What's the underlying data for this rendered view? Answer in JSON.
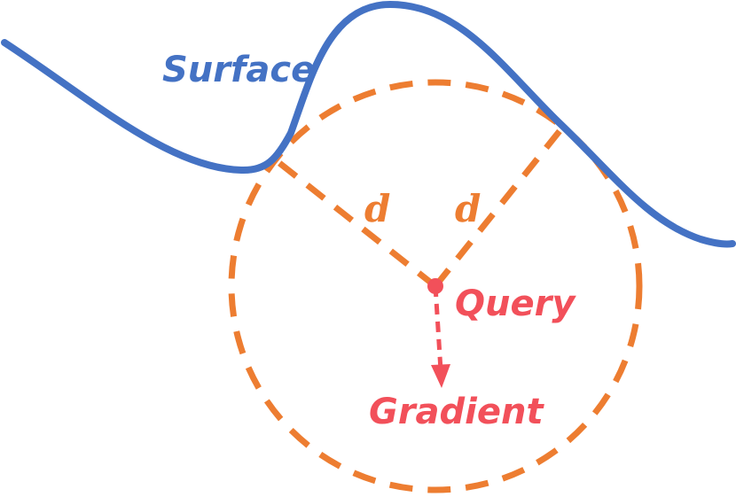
{
  "labels": {
    "surface": "Surface",
    "query": "Query",
    "gradient": "Gradient",
    "distance_left": "d",
    "distance_right": "d"
  },
  "colors": {
    "surface": "#4472C4",
    "circle": "#ED7D31",
    "query": "#F2505A",
    "background": "#FFFFFF"
  }
}
